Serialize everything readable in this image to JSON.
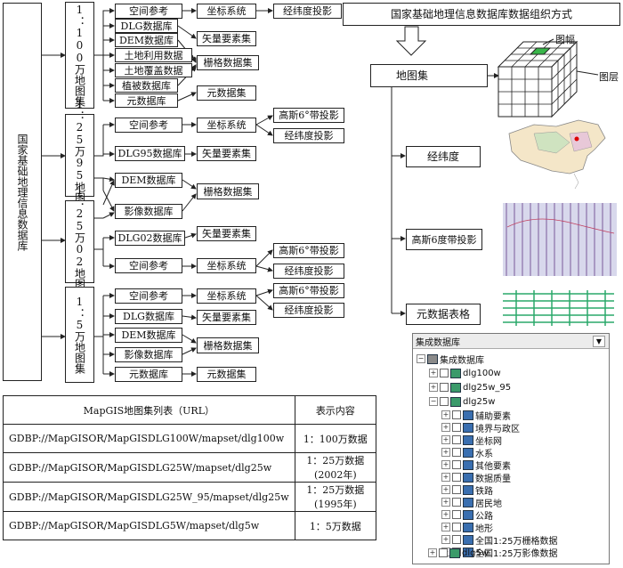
{
  "root": "国家基础地理信息数据库",
  "groups": {
    "g100": "1：100万地图集",
    "g25_95": "1：25万95地图集",
    "g25_02": "1：25万02地图集",
    "g5": "1：5万地图集"
  },
  "boxes": {
    "a_spatial": "空间参考",
    "a_coord": "坐标系统",
    "a_latlon": "经纬度投影",
    "a_dlg": "DLG数据库",
    "a_dem": "DEM数据库",
    "a_landuse": "土地利用数据",
    "a_landcover": "土地覆盖数据",
    "a_veg": "植被数据库",
    "a_meta": "元数据库",
    "a_vector": "矢量要素集",
    "a_raster": "栅格数据集",
    "a_metaset": "元数据集",
    "b_spatial": "空间参考",
    "b_coord": "坐标系统",
    "b_gauss": "高斯6°带投影",
    "b_latlon": "经纬度投影",
    "b_dlg95": "DLG95数据库",
    "b_vector": "矢量要素集",
    "c_dem": "DEM数据库",
    "c_img": "影像数据库",
    "c_raster": "栅格数据集",
    "d_dlg02": "DLG02数据库",
    "d_vector": "矢量要素集",
    "d_spatial": "空间参考",
    "d_coord": "坐标系统",
    "d_gauss": "高斯6°带投影",
    "d_latlon": "经纬度投影",
    "e_spatial": "空间参考",
    "e_coord": "坐标系统",
    "e_gauss": "高斯6°带投影",
    "e_latlon": "经纬度投影",
    "e_dlg": "DLG数据库",
    "e_vector": "矢量要素集",
    "e_dem": "DEM数据库",
    "e_img": "影像数据库",
    "e_raster": "栅格数据集",
    "e_meta": "元数据库",
    "e_metaset": "元数据集"
  },
  "right": {
    "title": "国家基础地理信息数据库数据组织方式",
    "atlas": "地图集",
    "map_sheet": "图幅",
    "layer": "图层",
    "latlon": "经纬度",
    "gauss": "高斯6度带投影",
    "meta_table": "元数据表格"
  },
  "table": {
    "header": [
      "MapGIS地图集列表（URL）",
      "表示内容"
    ],
    "rows": [
      [
        "GDBP://MapGISOR/MapGISDLG100W/mapset/dlg100w",
        "1：100万数据"
      ],
      [
        "GDBP://MapGISOR/MapGISDLG25W/mapset/dlg25w",
        "1：25万数据(2002年)"
      ],
      [
        "GDBP://MapGISOR/MapGISDLG25W_95/mapset/dlg25w",
        "1：25万数据(1995年)"
      ],
      [
        "GDBP://MapGISOR/MapGISDLG5W/mapset/dlg5w",
        "1：5万数据"
      ]
    ]
  },
  "tree": {
    "header": "集成数据库",
    "root": "集成数据库",
    "items": [
      "dlg100w",
      "dlg25w_95",
      "dlg25w"
    ],
    "sub": [
      "辅助要素",
      "境界与政区",
      "坐标网",
      "水系",
      "其他要素",
      "数据质量",
      "铁路",
      "居民地",
      "公路",
      "地形",
      "全国1:25万栅格数据",
      "全国1:25万影像数据"
    ],
    "last": "dlg5w"
  }
}
